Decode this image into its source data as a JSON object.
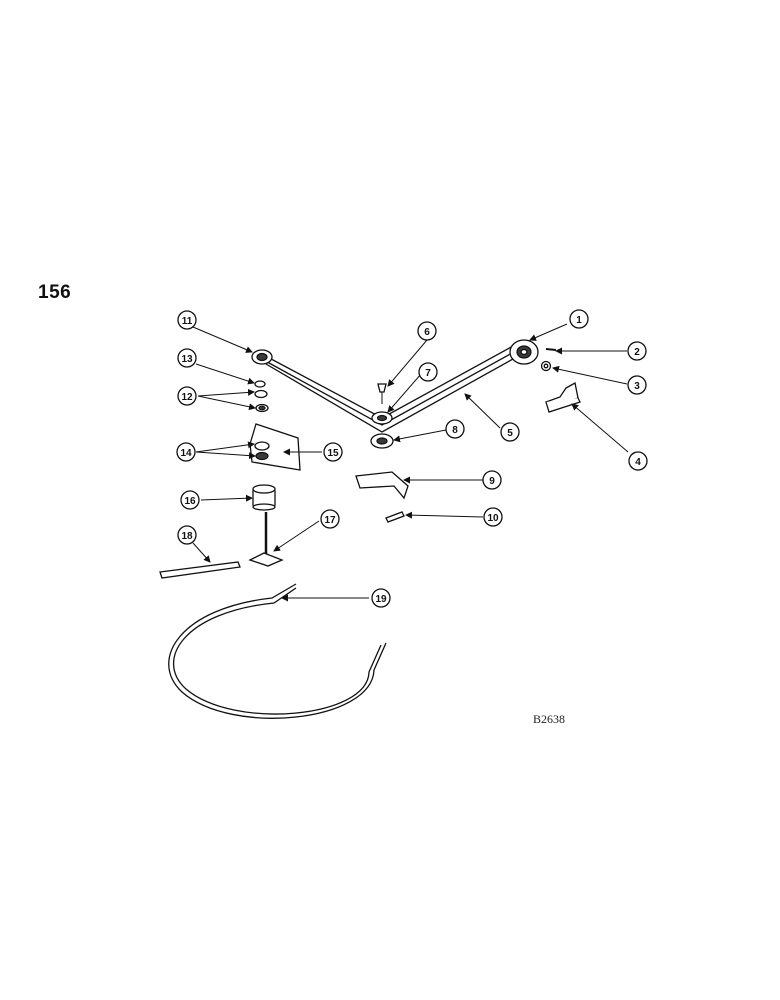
{
  "page_number": "156",
  "drawing_code": "B2638",
  "callouts": [
    "1",
    "2",
    "3",
    "4",
    "5",
    "6",
    "7",
    "8",
    "9",
    "10",
    "11",
    "12",
    "13",
    "14",
    "15",
    "16",
    "17",
    "18",
    "19"
  ],
  "colors": {
    "ink": "#111111",
    "paper": "#ffffff"
  }
}
